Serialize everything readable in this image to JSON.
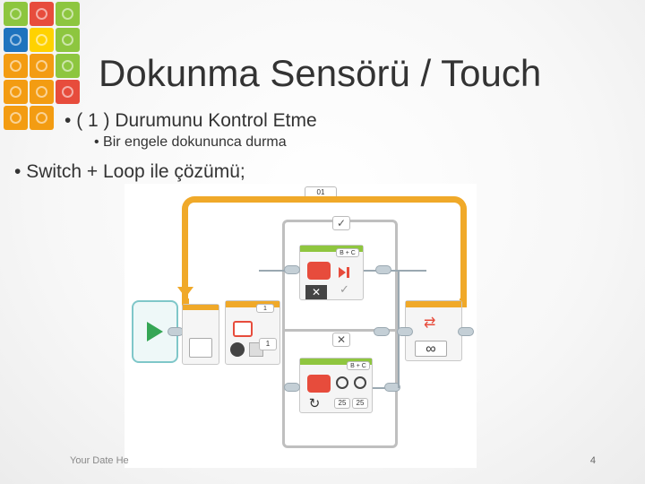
{
  "slide": {
    "title": "Dokunma Sensörü / Touch",
    "bullets": [
      "( 1 ) Durumunu Kontrol Etme",
      "Bir engele dokununca durma",
      "Switch  + Loop ile çözümü;"
    ],
    "footer_left": "Your Date He",
    "page_number": "4"
  },
  "program": {
    "loop_label": "01",
    "true_case_icon": "✓",
    "false_case_icon": "✕",
    "switch_port_label": "1",
    "switch_port_value": "1",
    "true_motor_ports": "B + C",
    "false_motor_ports": "B + C",
    "false_motor_power_left": "25",
    "false_motor_power_right": "25",
    "loop_end_symbol": "∞"
  },
  "colors": {
    "loop": "#f0a929",
    "motor": "#8fc63f",
    "start": "#35a655",
    "lego": [
      "#f39c12",
      "#e74c3c",
      "#8dc63f",
      "#1e73be",
      "#ffd200"
    ]
  }
}
